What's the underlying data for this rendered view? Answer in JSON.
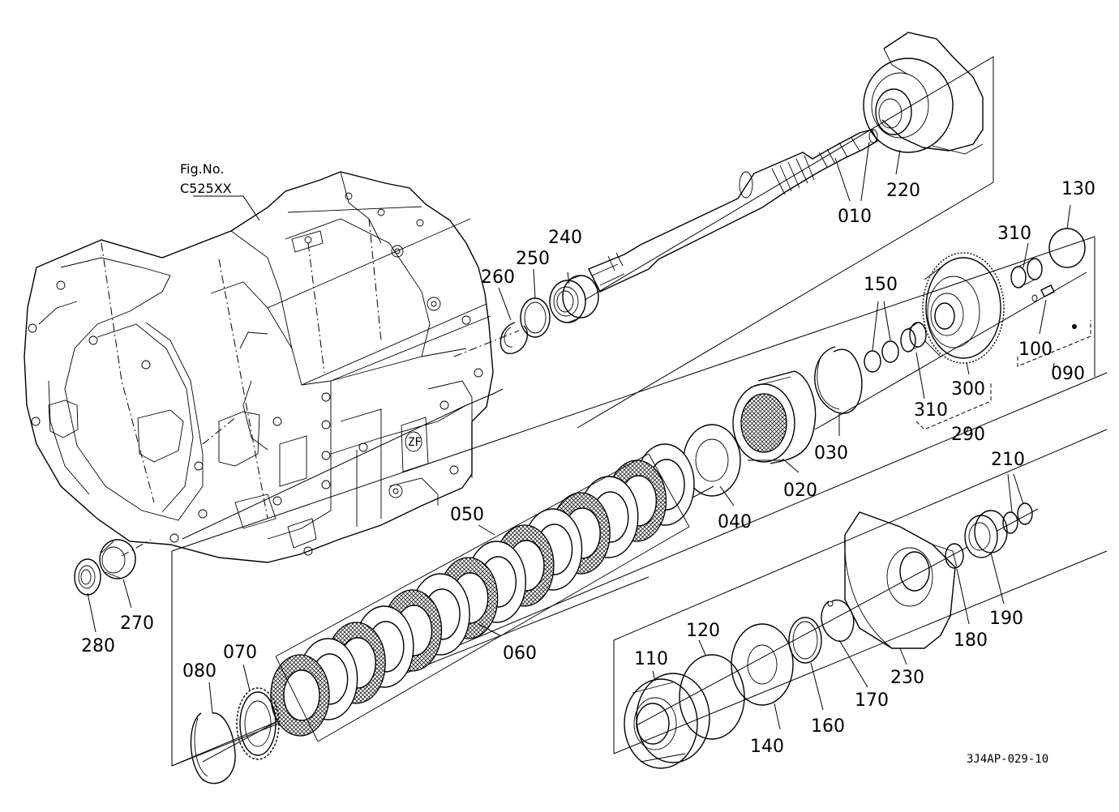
{
  "figure_ref": {
    "label": "Fig.No.",
    "code": "C525XX"
  },
  "drawing_id": "3J4AP-029-10",
  "parts": [
    {
      "id": "p010",
      "num": "010"
    },
    {
      "id": "p020",
      "num": "020"
    },
    {
      "id": "p030",
      "num": "030"
    },
    {
      "id": "p040",
      "num": "040"
    },
    {
      "id": "p050",
      "num": "050"
    },
    {
      "id": "p060",
      "num": "060"
    },
    {
      "id": "p070",
      "num": "070"
    },
    {
      "id": "p080",
      "num": "080"
    },
    {
      "id": "p090",
      "num": "090"
    },
    {
      "id": "p100",
      "num": "100"
    },
    {
      "id": "p110",
      "num": "110"
    },
    {
      "id": "p120",
      "num": "120"
    },
    {
      "id": "p130",
      "num": "130"
    },
    {
      "id": "p140",
      "num": "140"
    },
    {
      "id": "p150",
      "num": "150"
    },
    {
      "id": "p160",
      "num": "160"
    },
    {
      "id": "p170",
      "num": "170"
    },
    {
      "id": "p180",
      "num": "180"
    },
    {
      "id": "p190",
      "num": "190"
    },
    {
      "id": "p210",
      "num": "210"
    },
    {
      "id": "p220",
      "num": "220"
    },
    {
      "id": "p230",
      "num": "230"
    },
    {
      "id": "p240",
      "num": "240"
    },
    {
      "id": "p250",
      "num": "250"
    },
    {
      "id": "p260",
      "num": "260"
    },
    {
      "id": "p270",
      "num": "270"
    },
    {
      "id": "p280",
      "num": "280"
    },
    {
      "id": "p290",
      "num": "290"
    },
    {
      "id": "p300",
      "num": "300"
    },
    {
      "id": "p310a",
      "num": "310"
    },
    {
      "id": "p310b",
      "num": "310"
    }
  ]
}
